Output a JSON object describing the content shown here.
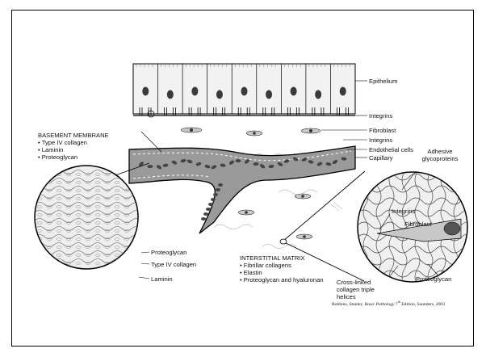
{
  "figure": {
    "callouts": {
      "epithelium": "Epithelium",
      "integrins_top": "Integrins",
      "fibroblast": "Fibroblast",
      "integrins_mid": "Integrins",
      "endothelial_cells": "Endothelial cells",
      "capillary": "Capillary",
      "adhesive_glycoproteins": "Adhesive glycoproteins",
      "inset_integrins": "Integrins",
      "inset_fibroblast": "Fibroblast",
      "proteoglycan_left": "Proteoglycan",
      "type_iv_collagen": "Type IV collagen",
      "laminin": "Laminin",
      "cross_linked": "Cross-linked collagen triple helices",
      "proteoglycan_right": "Proteoglycan"
    },
    "basement_membrane": {
      "title": "BASEMENT MEMBRANE",
      "items": [
        "Type IV collagen",
        "Laminin",
        "Proteoglycan"
      ]
    },
    "interstitial_matrix": {
      "title": "INTERSTITIAL MATRIX",
      "items": [
        "Fibrillar collagens",
        "Elastin",
        "Proteoglycan and hyaluronan"
      ]
    }
  },
  "citation": {
    "author": "Robbins, Stanley.",
    "book": "Basic Pathology",
    "edition_number": "7",
    "edition_suffix": "th",
    "rest": "Edition, Saunders, 2003"
  },
  "colors": {
    "outline": "#000000",
    "vessel_fill": "#9a9a9a",
    "cell_fill": "#f2f2f2",
    "nucleus": "#3a3a3a"
  }
}
